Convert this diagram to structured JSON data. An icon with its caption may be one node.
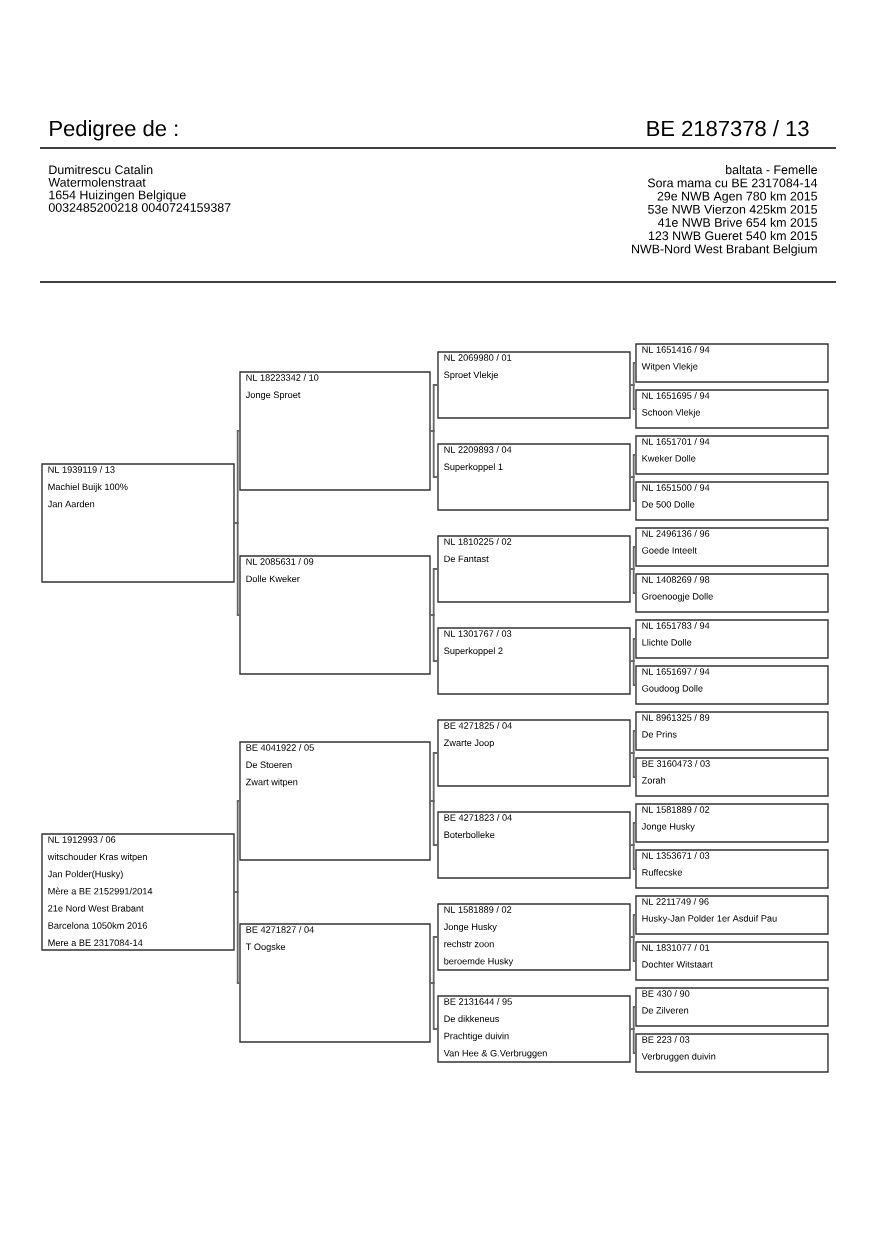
{
  "diagram": {
    "nodes": [
      {
        "text": [
          "NL 1939119 / 13",
          "Machiel Buijk 100%",
          "Jan Aarden"
        ]
      },
      {
        "text": [
          "NL 1912993 / 06",
          "witschouder Kras witpen",
          "Jan Polder(Husky)",
          "Mère a BE 2152991/2014",
          "21e Nord West Brabant",
          "Barcelona 1050km 2016",
          "Mere a BE 2317084-14"
        ]
      },
      {
        "text": [
          "NL 18223342 / 10",
          "Jonge Sproet"
        ]
      },
      {
        "text": [
          "NL 2085631 / 09",
          "Dolle Kweker"
        ]
      },
      {
        "text": [
          "BE 4041922 / 05",
          "De Stoeren",
          "Zwart witpen"
        ]
      },
      {
        "text": [
          "BE 4271827 / 04",
          "T Oogske"
        ]
      },
      {
        "text": [
          "NL 2069980 / 01",
          "Sproet Vlekje"
        ]
      },
      {
        "text": [
          "NL 2209893 / 04",
          "Superkoppel 1"
        ]
      },
      {
        "text": [
          "NL 1810225 / 02",
          "De Fantast"
        ]
      },
      {
        "text": [
          "NL 1301767 / 03",
          "Superkoppel 2"
        ]
      },
      {
        "text": [
          "BE 4271825 / 04",
          "Zwarte Joop"
        ]
      },
      {
        "text": [
          "BE 4271823 / 04",
          "Boterbolleke"
        ]
      },
      {
        "text": [
          "NL 1581889 / 02",
          "Jonge Husky",
          "rechstr zoon",
          "beroemde Husky"
        ]
      },
      {
        "text": [
          "BE 2131644 / 95",
          "De dikkeneus",
          "Prachtige duivin",
          "Van Hee & G.Verbruggen"
        ]
      },
      {
        "text": [
          "NL 1651416 / 94",
          "Witpen Vlekje"
        ]
      },
      {
        "text": [
          "NL 1651695 / 94",
          "Schoon Vlekje"
        ]
      },
      {
        "text": [
          "NL 1651701 / 94",
          "Kweker Dolle"
        ]
      },
      {
        "text": [
          "NL 1651500 / 94",
          "De 500 Dolle"
        ]
      },
      {
        "text": [
          "NL 2496136 / 96",
          "Goede Inteelt"
        ]
      },
      {
        "text": [
          "NL 1408269 / 98",
          "Groenoogje Dolle"
        ]
      },
      {
        "text": [
          "NL 1651783 / 94",
          "Llichte Dolle"
        ]
      },
      {
        "text": [
          "NL 1651697 / 94",
          "Goudoog Dolle"
        ]
      },
      {
        "text": [
          "NL 8961325 / 89",
          "De Prins"
        ]
      },
      {
        "text": [
          "BE 3160473 / 03",
          "Zorah"
        ]
      },
      {
        "text": [
          "NL 1581889 / 02",
          "Jonge Husky"
        ]
      },
      {
        "text": [
          "NL 1353671 / 03",
          "Ruffecske"
        ]
      },
      {
        "text": [
          "NL 2211749 / 96",
          "Husky-Jan Polder 1er Asduif Pau"
        ]
      },
      {
        "text": [
          "NL 1831077 / 01",
          "Dochter Witstaart"
        ]
      },
      {
        "text": [
          "BE 430 / 90",
          "De Zilveren"
        ]
      },
      {
        "text": [
          "BE 223 / 03",
          "Verbruggen duivin"
        ]
      }
    ],
    "edges": [
      {
        "from": 0,
        "to": 2,
        "arrow": "none"
      },
      {
        "from": 0,
        "to": 3,
        "arrow": "none"
      },
      {
        "from": 1,
        "to": 4,
        "arrow": "none"
      },
      {
        "from": 1,
        "to": 5,
        "arrow": "none"
      },
      {
        "from": 2,
        "to": 6,
        "arrow": "none"
      },
      {
        "from": 2,
        "to": 7,
        "arrow": "none"
      },
      {
        "from": 3,
        "to": 8,
        "arrow": "none"
      },
      {
        "from": 3,
        "to": 9,
        "arrow": "none"
      },
      {
        "from": 4,
        "to": 10,
        "arrow": "none"
      },
      {
        "from": 4,
        "to": 11,
        "arrow": "none"
      },
      {
        "from": 5,
        "to": 12,
        "arrow": "none"
      },
      {
        "from": 5,
        "to": 13,
        "arrow": "none"
      },
      {
        "from": 6,
        "to": 14,
        "arrow": "none"
      },
      {
        "from": 6,
        "to": 15,
        "arrow": "none"
      },
      {
        "from": 7,
        "to": 16,
        "arrow": "none"
      },
      {
        "from": 7,
        "to": 17,
        "arrow": "none"
      },
      {
        "from": 8,
        "to": 18,
        "arrow": "none"
      },
      {
        "from": 8,
        "to": 19,
        "arrow": "none"
      },
      {
        "from": 9,
        "to": 20,
        "arrow": "none"
      },
      {
        "from": 9,
        "to": 21,
        "arrow": "none"
      },
      {
        "from": 10,
        "to": 22,
        "arrow": "none"
      },
      {
        "from": 10,
        "to": 23,
        "arrow": "none"
      },
      {
        "from": 11,
        "to": 24,
        "arrow": "none"
      },
      {
        "from": 11,
        "to": 25,
        "arrow": "none"
      },
      {
        "from": 12,
        "to": 26,
        "arrow": "none"
      },
      {
        "from": 12,
        "to": 27,
        "arrow": "none"
      },
      {
        "from": 13,
        "to": 28,
        "arrow": "none"
      },
      {
        "from": 13,
        "to": 29,
        "arrow": "none"
      }
    ],
    "labels": [
      "Pedigree de :",
      "BE 2187378 / 13",
      "Dumitrescu Catalin",
      "Watermolenstraat",
      "1654 Huizingen Belgique",
      "0032485200218  0040724159387",
      "baltata - Femelle",
      "Sora mama cu BE 2317084-14",
      "29e NWB Agen    780 km 2015",
      "53e NWB Vierzon 425km 2015",
      "41e NWB   Brive 654 km  2015",
      "123 NWB Gueret 540 km 2015",
      "NWB-Nord West Brabant Belgium"
    ]
  }
}
